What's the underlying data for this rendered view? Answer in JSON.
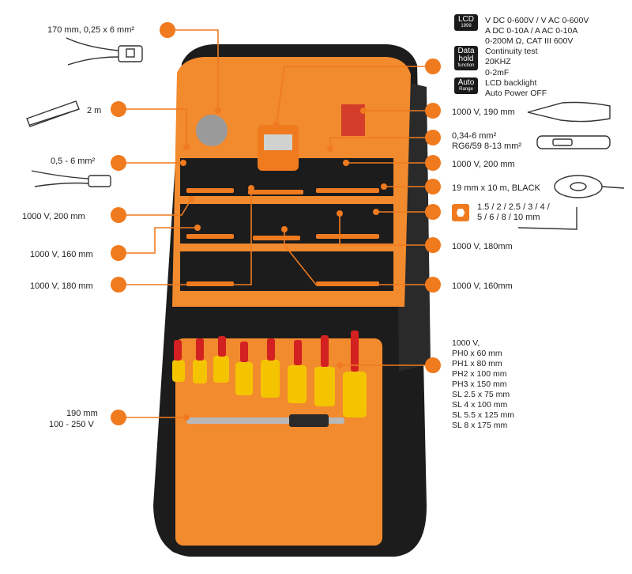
{
  "lcd_badge": {
    "top": "LCD",
    "bottom": "1999"
  },
  "datahold_badge": {
    "line1": "Data",
    "line2": "hold",
    "line3": "function"
  },
  "autorange_badge": {
    "line1": "Auto",
    "line2": "Range"
  },
  "meter_specs": [
    "V DC 0-600V / V AC 0-600V",
    "A DC 0-10A / A AC 0-10A",
    "0-200M Ω, CAT III 600V",
    "Continuity test",
    "20KHZ",
    "0-2mF",
    "LCD backlight",
    "Auto Power OFF"
  ],
  "labels": {
    "crimper": "170 mm, 0,25 x 6 mm²",
    "ruler": "2 m",
    "stripper": "0,5 - 6 mm²",
    "pliers_left_1": "1000 V, 200 mm",
    "pliers_left_2": "1000 V, 160 mm",
    "pliers_left_3": "1000 V, 180 mm",
    "knife": "1000 V, 190 mm",
    "coax_stripper_1": "0,34-6 mm²",
    "coax_stripper_2": "RG6/59 8-13 mm²",
    "pliers_right_1": "1000 V, 200 mm",
    "tape": "19 mm x 10 m, BLACK",
    "hex_1": "1.5 / 2 / 2.5 / 3 / 4 /",
    "hex_2": "5 / 6 / 8 / 10 mm",
    "pliers_right_2": "1000 V, 180mm",
    "pliers_right_3": "1000 V, 160mm",
    "tester_1": "190 mm",
    "tester_2": "100 - 250 V"
  },
  "screwdriver_specs": [
    "1000 V,",
    "PH0 x 60 mm",
    "PH1 x 80 mm",
    "PH2 x 100 mm",
    "PH3 x 150 mm",
    "SL 2.5 x 75 mm",
    "SL 4 x 100 mm",
    "SL 5.5 x 125 mm",
    "SL 8 x 175 mm"
  ],
  "colors": {
    "accent": "#f07a1e",
    "bag": "#1c1c1c",
    "lining": "#f28a2e"
  }
}
